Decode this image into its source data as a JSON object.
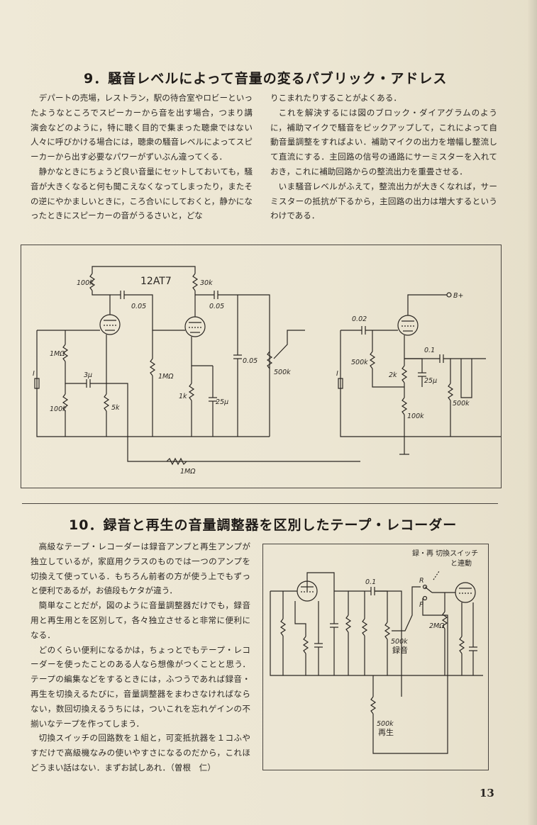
{
  "section9": {
    "title": "9．騒音レベルによって音量の変るパブリック・アドレス",
    "paragraphs_left": [
      "デパートの売場，レストラン，駅の待合室やロビーといったようなところでスピーカーから音を出す場合，つまり講演会などのように，特に聴く目的で集まった聴衆ではない人々に呼びかける場合には，聴衆の騒音レベルによってスピーカーから出す必要なパワーがずいぶん違ってくる．",
      "静かなときにちょうど良い音量にセットしておいても，騒音が大きくなると何も聞こえなくなってしまったり，またその逆にやかましいときに，ころ合いにしておくと，静かになったときにスピーカーの音がうるさいと，どな"
    ],
    "paragraphs_right": [
      "りこまれたりすることがよくある．",
      "これを解決するには図のブロック・ダイアグラムのように，補助マイクで騒音をピックアップして，これによって自動音量調整をすればよい．補助マイクの出力を増幅し整流して直流にする．主回路の信号の通路にサーミスターを入れておき，これに補助回路からの整流出力を重畳させる．",
      "いま騒音レベルがふえて，整流出力が大きくなれば，サーミスターの抵抗が下るから，主回路の出力は増大するというわけである．"
    ]
  },
  "figure1": {
    "tube_label": "12AT7",
    "labels": {
      "r1": "100k",
      "r2": "30k",
      "c1": "0.05",
      "c2": "0.05",
      "r3": "1MΩ",
      "c3": "3μ",
      "r4": "100k",
      "r5": "5k",
      "r6": "1MΩ",
      "r7": "1k",
      "c4": "25μ",
      "c5": "0.05",
      "vr": "500k",
      "rfb": "1MΩ",
      "mic1": "I",
      "bplus": "B+",
      "c6": "0.02",
      "r8": "500k",
      "r9": "2k",
      "c7": "25μ",
      "c8": "0.1",
      "r10": "500k",
      "r11": "100k",
      "mic2": "I"
    }
  },
  "section10": {
    "title": "10．録音と再生の音量調整器を区別したテープ・レコーダー",
    "paragraphs": [
      "高級なテープ・レコーダーは録音アンプと再生アンプが独立しているが，家庭用クラスのものでは一つのアンプを切換えて使っている．もちろん前者の方が使う上でもずっと便利であるが，お値段もケタが違う．",
      "簡単なことだが，図のように音量調整器だけでも，録音用と再生用とを区別して，各々独立させると非常に便利になる．",
      "どのくらい便利になるかは，ちょっとでもテープ・レコーダーを使ったことのある人なら想像がつくことと思う．テープの編集などをするときには，ふつうであれば録音・再生を切換えるたびに，音量調整器をまわさなければならない，数回切換えるうちには，ついこれを忘れゲインの不揃いなテープを作ってしまう．",
      "切換スイッチの回路数を１組と，可変抵抗器を１コふやすだけで高級機なみの使いやすさになるのだから，これほどうまい話はない．まずお試しあれ．（曽根　仁）"
    ]
  },
  "figure2": {
    "switch_note_line1": "録・再 切換スイッチ",
    "switch_note_line2": "と連動",
    "c1": "0.1",
    "sw_r": "R",
    "sw_p": "P",
    "r_grid": "2MΩ",
    "vr_rec": "500k",
    "vr_rec_name": "録音",
    "vr_play": "500k",
    "vr_play_name": "再生"
  },
  "page_number": "13"
}
